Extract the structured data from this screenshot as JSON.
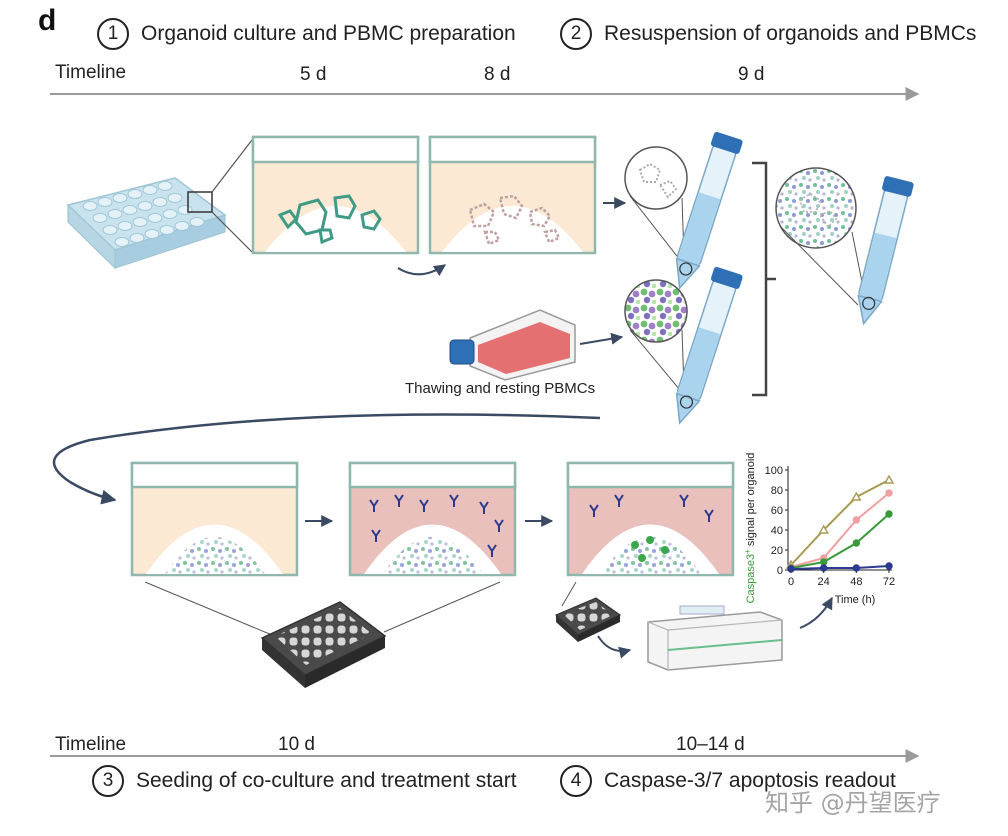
{
  "panel_letter": "d",
  "steps": [
    {
      "num": "1",
      "label": "Organoid culture and PBMC preparation"
    },
    {
      "num": "2",
      "label": "Resuspension of organoids and PBMCs"
    },
    {
      "num": "3",
      "label": "Seeding of co-culture and treatment start"
    },
    {
      "num": "4",
      "label": "Caspase-3/7 apoptosis readout"
    }
  ],
  "timeline_top": {
    "label": "Timeline",
    "days": [
      "5 d",
      "8 d",
      "9 d"
    ]
  },
  "timeline_bottom": {
    "label": "Timeline",
    "days": [
      "10 d",
      "10–14 d"
    ]
  },
  "captions": {
    "pbmc_flask": "Thawing and resting PBMCs"
  },
  "watermark": "知乎 @丹望医疗",
  "colors": {
    "organoid": "#3f9a86",
    "well_cream": "#fbe9d4",
    "well_pink": "#e9c0bc",
    "flask_red": "#e0585a",
    "cap_blue": "#2e6fb5",
    "arrow_gray": "#8a8a8a"
  },
  "chart_data": {
    "type": "line",
    "ylabel_colored": "Caspase3",
    "ylabel_sup": "+",
    "ylabel_rest": " signal per organoid",
    "xlabel": "Time (h)",
    "x": [
      0,
      24,
      48,
      72
    ],
    "ylim": [
      0,
      100
    ],
    "yticks": [
      0,
      20,
      40,
      60,
      80,
      100
    ],
    "xticks": [
      0,
      24,
      48,
      72
    ],
    "series": [
      {
        "values": [
          5,
          40,
          73,
          90
        ],
        "color": "#a89a52",
        "marker": "triangle"
      },
      {
        "values": [
          3,
          12,
          50,
          77
        ],
        "color": "#f0a0a0",
        "marker": "circle"
      },
      {
        "values": [
          2,
          8,
          27,
          56
        ],
        "color": "#3a9a3a",
        "marker": "circle"
      },
      {
        "values": [
          1,
          2,
          2,
          4
        ],
        "color": "#2b3a8f",
        "marker": "circle"
      }
    ]
  }
}
